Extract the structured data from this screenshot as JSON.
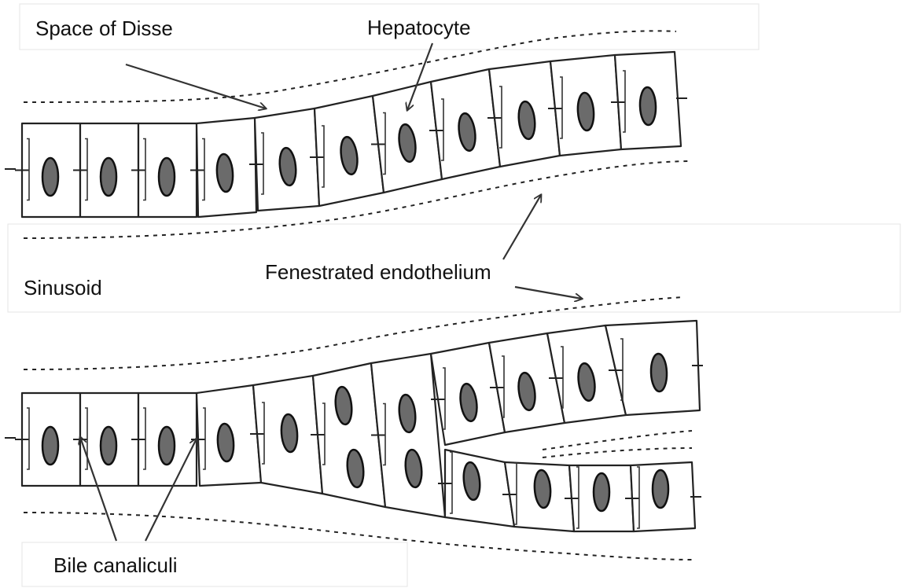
{
  "labels": {
    "space_of_disse": "Space of Disse",
    "hepatocyte": "Hepatocyte",
    "sinusoid": "Sinusoid",
    "fenestrated_endothelium": "Fenestrated endothelium",
    "bile_canaliculi": "Bile canaliculi"
  },
  "colors": {
    "nucleus_fill": "#6b6b6b",
    "outline": "#222222",
    "background": "#ffffff"
  }
}
